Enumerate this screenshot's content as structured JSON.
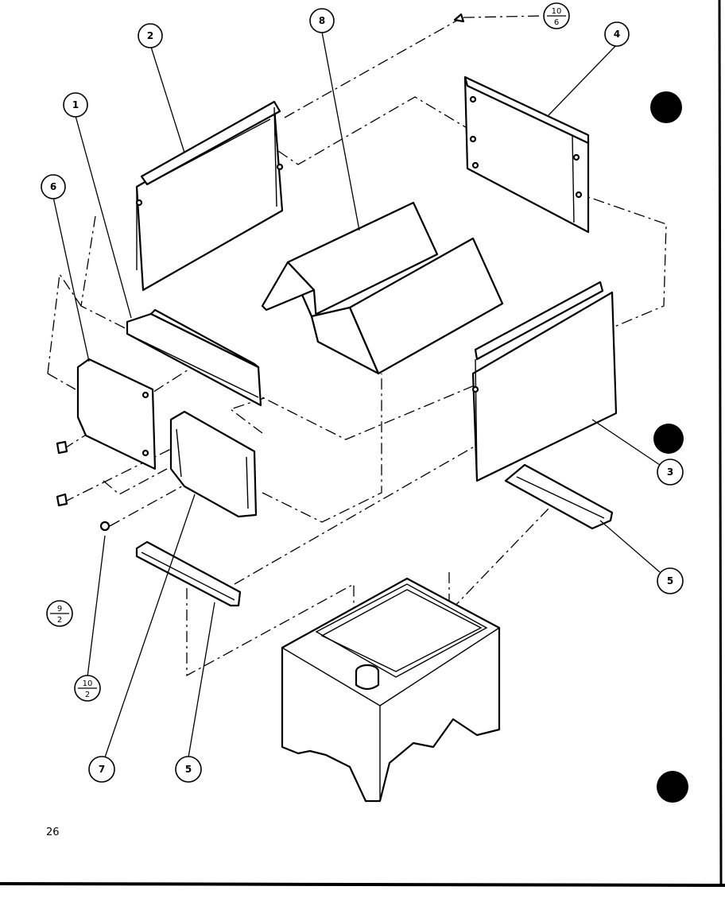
{
  "diagram": {
    "page_number": "26",
    "callouts": {
      "c1": "1",
      "c2": "2",
      "c3": "3",
      "c4": "4",
      "c5a": "5",
      "c5b": "5",
      "c6": "6",
      "c7": "7",
      "c8": "8"
    },
    "cross_refs": {
      "ref_top": {
        "top": "10",
        "bottom": "6"
      },
      "ref_left": {
        "top": "9",
        "bottom": "2"
      },
      "ref_lower": {
        "top": "10",
        "bottom": "2"
      }
    },
    "colors": {
      "ink": "#000000",
      "paper": "#ffffff"
    }
  }
}
